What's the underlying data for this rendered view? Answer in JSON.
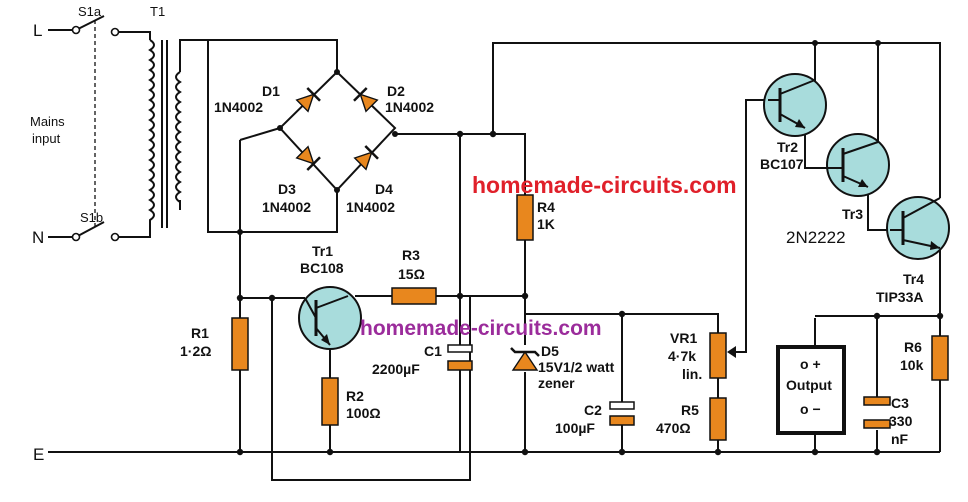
{
  "colors": {
    "wire": "#111111",
    "component_fill": "#e8871e",
    "transistor_fill": "#a8dcdc",
    "watermark_red": "#e0202a",
    "watermark_purple": "#9b2c9b",
    "background": "#ffffff"
  },
  "watermark": {
    "top": "homemade-circuits.com",
    "middle": "homemade-circuits.com"
  },
  "labels": {
    "L": "L",
    "N": "N",
    "E": "E",
    "S1a": "S1a",
    "S1b": "S1b",
    "T1": "T1",
    "mains_line1": "Mains",
    "mains_line2": "input",
    "D1_name": "D1",
    "D1_part": "1N4002",
    "D2_name": "D2",
    "D2_part": "1N4002",
    "D3_name": "D3",
    "D3_part": "1N4002",
    "D4_name": "D4",
    "D4_part": "1N4002",
    "Tr1_name": "Tr1",
    "Tr1_part": "BC108",
    "R1_name": "R1",
    "R1_value": "1·2Ω",
    "R2_name": "R2",
    "R2_value": "100Ω",
    "R3_name": "R3",
    "R3_value": "15Ω",
    "R4_name": "R4",
    "R4_value": "1K",
    "C1_name": "C1",
    "C1_value": "2200µF",
    "D5_name": "D5",
    "D5_value": "15V1/2 watt",
    "D5_type": "zener",
    "C2_name": "C2",
    "C2_value": "100µF",
    "VR1_name": "VR1",
    "VR1_value": "4·7k",
    "VR1_type": "lin.",
    "R5_name": "R5",
    "R5_value": "470Ω",
    "Tr2_name": "Tr2",
    "Tr2_part": "BC107",
    "Tr3_name": "Tr3",
    "Tr3_part": "2N2222",
    "Tr4_name": "Tr4",
    "Tr4_part": "TIP33A",
    "R6_name": "R6",
    "R6_value": "10k",
    "C3_name": "C3",
    "C3_value": "330",
    "C3_unit": "nF",
    "output_plus": "o +",
    "output_label": "Output",
    "output_minus": "o −"
  }
}
